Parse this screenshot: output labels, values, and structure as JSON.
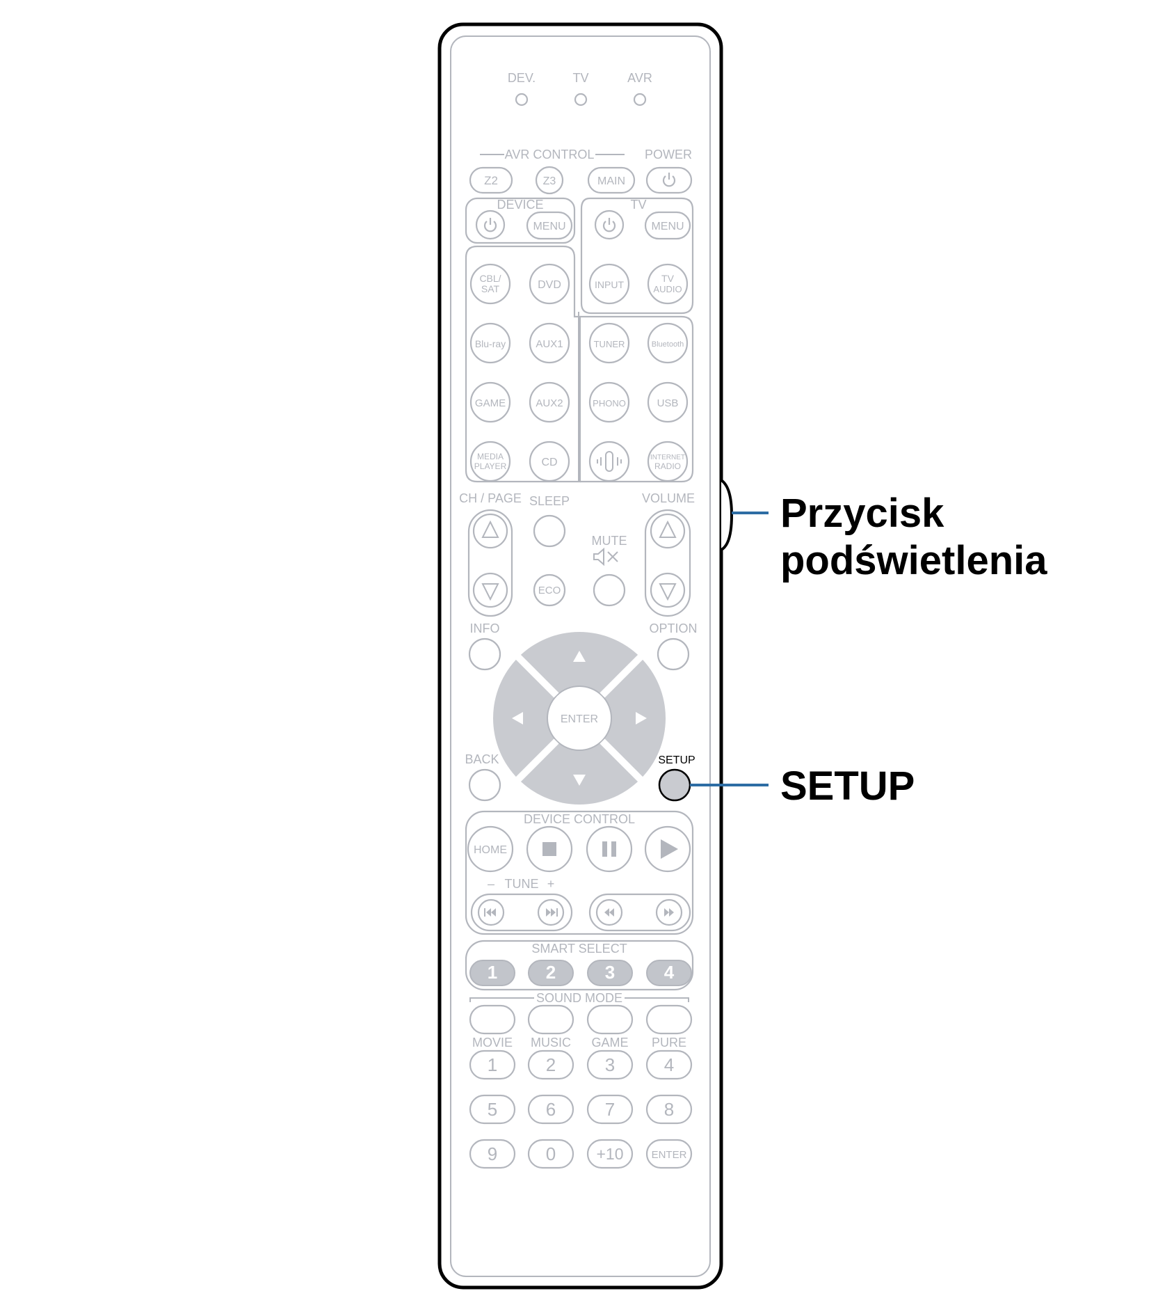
{
  "indicators": [
    "DEV.",
    "TV",
    "AVR"
  ],
  "labels": {
    "avr_control": "AVR CONTROL",
    "power": "POWER",
    "device": "DEVICE",
    "tv": "TV",
    "ch_page": "CH / PAGE",
    "sleep": "SLEEP",
    "volume": "VOLUME",
    "mute": "MUTE",
    "info": "INFO",
    "option": "OPTION",
    "back": "BACK",
    "setup": "SETUP",
    "device_control": "DEVICE CONTROL",
    "tune_minus": "–",
    "tune": "TUNE",
    "tune_plus": "+",
    "smart_select": "SMART SELECT",
    "sound_mode": "SOUND MODE"
  },
  "buttons": {
    "z2": "Z2",
    "z3": "Z3",
    "main": "MAIN",
    "menu": "MENU",
    "menu_tv": "MENU",
    "cbl_1": "CBL/",
    "cbl_2": "SAT",
    "dvd": "DVD",
    "input": "INPUT",
    "tvaudio_1": "TV",
    "tvaudio_2": "AUDIO",
    "bluray": "Blu-ray",
    "aux1": "AUX1",
    "tuner": "TUNER",
    "bluetooth": "Bluetooth",
    "game": "GAME",
    "aux2": "AUX2",
    "phono": "PHONO",
    "usb": "USB",
    "media_1": "MEDIA",
    "media_2": "PLAYER",
    "cd": "CD",
    "inet_1": "INTERNET",
    "inet_2": "RADIO",
    "eco": "ECO",
    "enter": "ENTER",
    "home": "HOME",
    "smart": [
      "1",
      "2",
      "3",
      "4"
    ],
    "modes": [
      "MOVIE",
      "MUSIC",
      "GAME",
      "PURE"
    ],
    "num_row1": [
      "1",
      "2",
      "3",
      "4"
    ],
    "num_row2": [
      "5",
      "6",
      "7",
      "8"
    ],
    "num_row3": [
      "9",
      "0",
      "+10",
      "ENTER"
    ]
  },
  "callouts": {
    "backlight_1": "Przycisk",
    "backlight_2": "podświetlenia",
    "setup": "SETUP"
  },
  "colors": {
    "outline": "#b3b6bd",
    "dpad_ring": "#c9cbd0",
    "smart_fill": "#c2c5cb",
    "setup_fill": "#c9cbd0",
    "leader_line": "#2e6da4",
    "callout_text": "#000000"
  }
}
